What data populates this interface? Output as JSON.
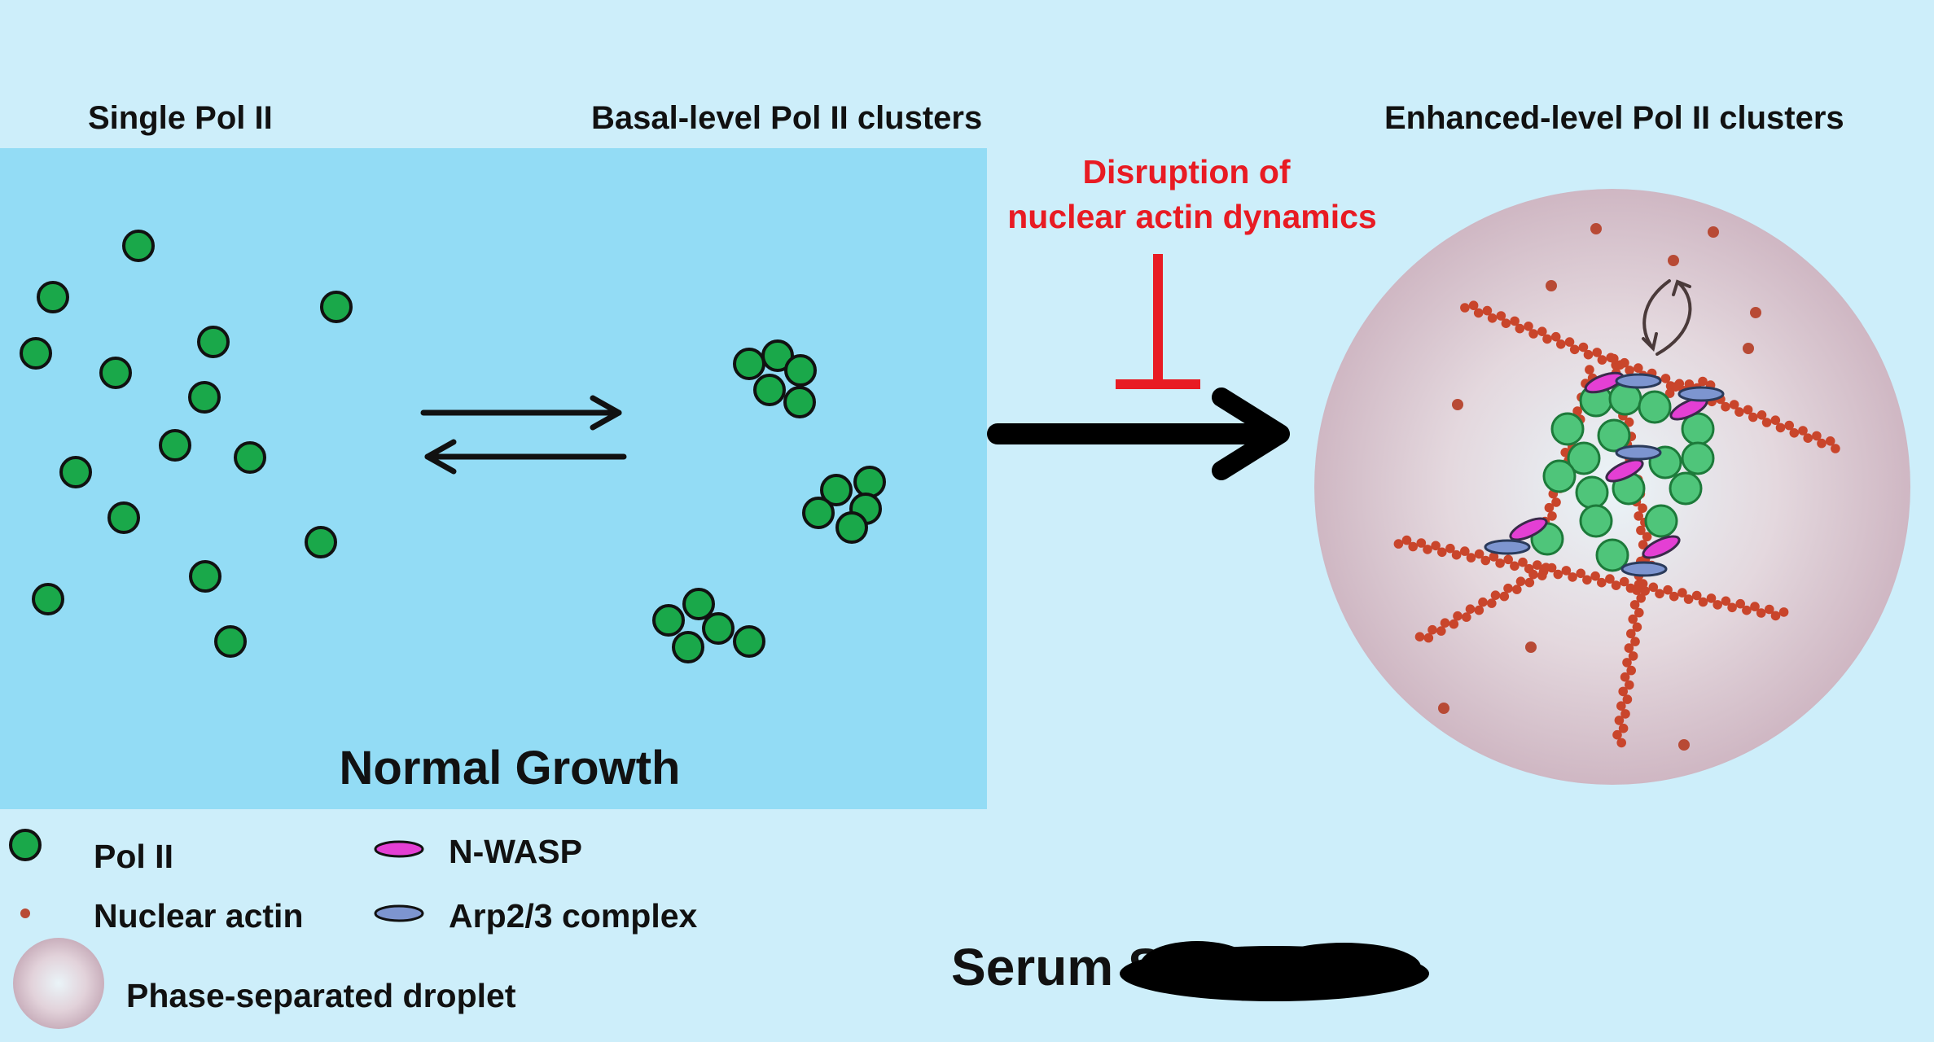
{
  "headings": {
    "single": "Single Pol II",
    "basal": "Basal-level Pol II clusters",
    "enhanced": "Enhanced-level Pol II clusters"
  },
  "panel": {
    "normal_growth": "Normal Growth"
  },
  "inhibition": {
    "line1": "Disruption of",
    "line2": "nuclear actin dynamics"
  },
  "legend": {
    "pol2": "Pol II",
    "nuclear_actin": "Nuclear actin",
    "droplet": "Phase-separated droplet",
    "nwasp": "N-WASP",
    "arp23": "Arp2/3 complex"
  },
  "condition": {
    "visible_text": "Serum S"
  },
  "colors": {
    "background": "#cdeefa",
    "panel": "#93dcf5",
    "pol2_fill": "#1aa84a",
    "pol2_fill_light": "#4fc57a",
    "actin": "#c9452b",
    "inhibition_red": "#e81b23",
    "nwasp": "#e43fd4",
    "arp23": "#7d95d0",
    "arrow": "#000000"
  }
}
